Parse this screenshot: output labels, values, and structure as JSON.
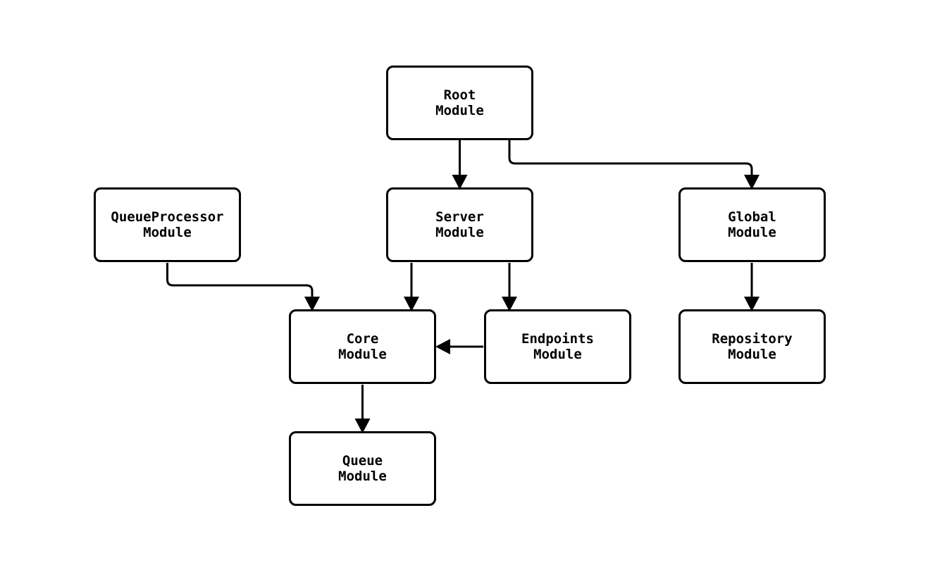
{
  "diagram": {
    "type": "flowchart",
    "background_color": "#ffffff",
    "node_fill_color": "#ffffff",
    "node_stroke_color": "#000000",
    "edge_color": "#000000",
    "nodes": [
      {
        "id": "root",
        "label": "Root\nModule"
      },
      {
        "id": "queueprocessor",
        "label": "QueueProcessor\nModule"
      },
      {
        "id": "server",
        "label": "Server\nModule"
      },
      {
        "id": "global",
        "label": "Global\nModule"
      },
      {
        "id": "core",
        "label": "Core\nModule"
      },
      {
        "id": "endpoints",
        "label": "Endpoints\nModule"
      },
      {
        "id": "repository",
        "label": "Repository\nModule"
      },
      {
        "id": "queue",
        "label": "Queue\nModule"
      }
    ],
    "edges": [
      {
        "from": "root",
        "to": "server"
      },
      {
        "from": "root",
        "to": "global"
      },
      {
        "from": "queueprocessor",
        "to": "core"
      },
      {
        "from": "server",
        "to": "core"
      },
      {
        "from": "server",
        "to": "endpoints"
      },
      {
        "from": "endpoints",
        "to": "core"
      },
      {
        "from": "global",
        "to": "repository"
      },
      {
        "from": "core",
        "to": "queue"
      }
    ]
  }
}
